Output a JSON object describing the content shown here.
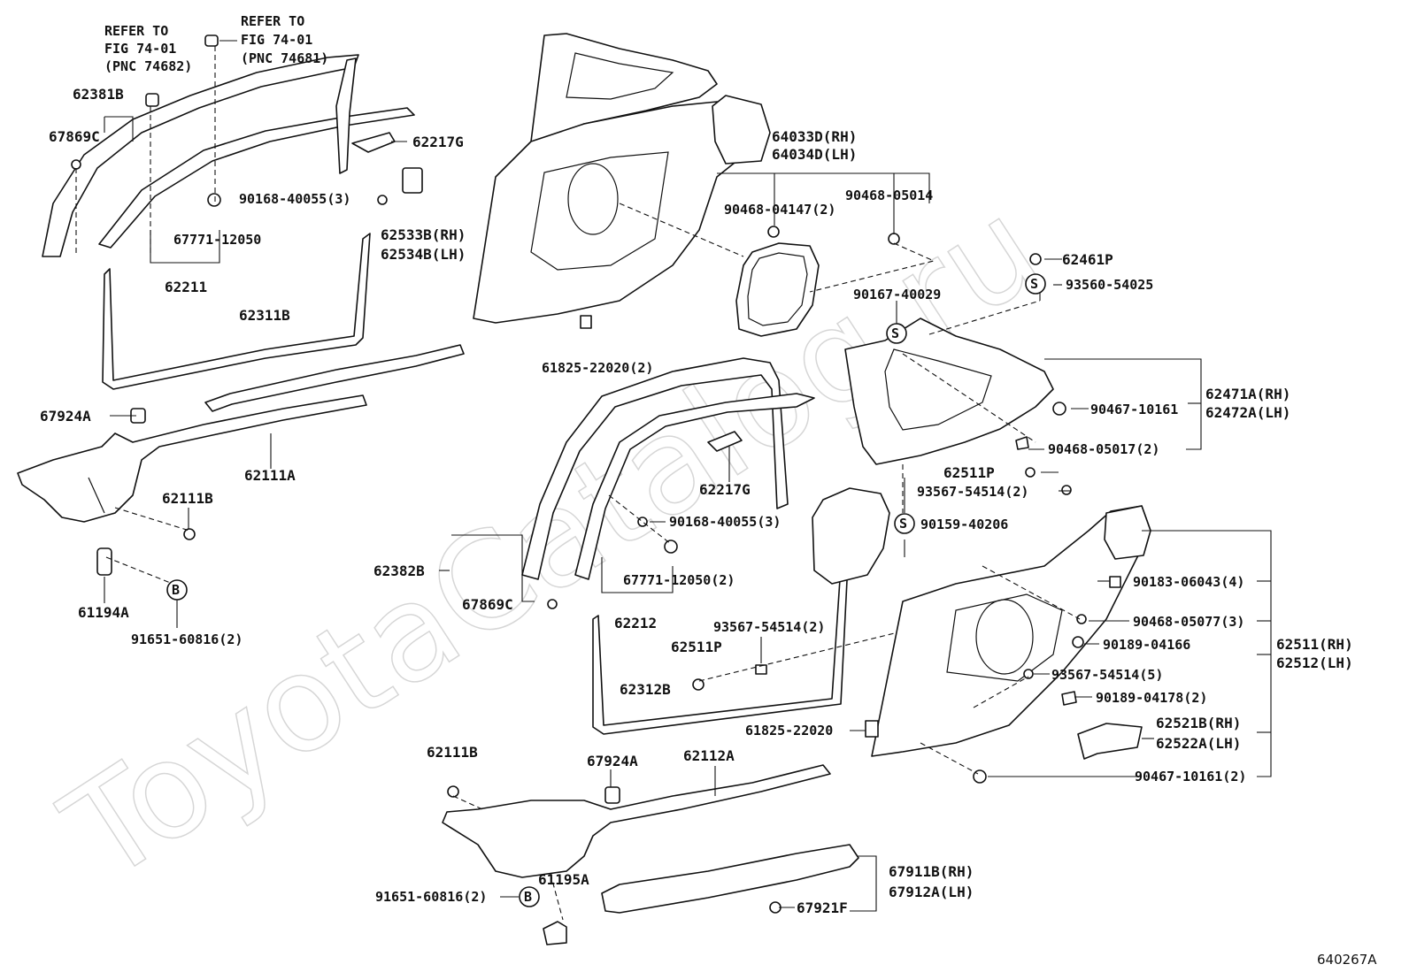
{
  "watermark": "ToyotaCatalog.ru",
  "figure_id": "640267A",
  "notes": {
    "refer1": [
      "REFER TO",
      "FIG 74-01",
      "(PNC 74682)"
    ],
    "refer2": [
      "REFER TO",
      "FIG 74-01",
      "(PNC 74681)"
    ]
  },
  "symbols": {
    "b": "B",
    "s": "S"
  },
  "labels": {
    "l_62381B": "62381B",
    "l_67869C_a": "67869C",
    "l_62217G_a": "62217G",
    "l_90168_a": "90168-40055(3)",
    "l_62533B": "62533B(RH)",
    "l_62534B": "62534B(LH)",
    "l_67771_a": "67771-12050",
    "l_62211": "62211",
    "l_62311B": "62311B",
    "l_67924A_a": "67924A",
    "l_62111A": "62111A",
    "l_62111B_a": "62111B",
    "l_61194A": "61194A",
    "l_91651_a": "91651-60816(2)",
    "l_64033D": "64033D(RH)",
    "l_64034D": "64034D(LH)",
    "l_90468_04147": "90468-04147(2)",
    "l_90468_05014": "90468-05014",
    "l_62461P": "62461P",
    "l_93560": "93560-54025",
    "l_90167": "90167-40029",
    "l_61825_a": "61825-22020(2)",
    "l_62471A": "62471A(RH)",
    "l_62472A": "62472A(LH)",
    "l_90467_10161": "90467-10161",
    "l_90468_05017": "90468-05017(2)",
    "l_62511P_a": "62511P",
    "l_93567_a": "93567-54514(2)",
    "l_90159": "90159-40206",
    "l_62217G_b": "62217G",
    "l_90168_b": "90168-40055(3)",
    "l_62382B": "62382B",
    "l_67771_b": "67771-12050(2)",
    "l_67869C_b": "67869C",
    "l_62212": "62212",
    "l_93567_b": "93567-54514(2)",
    "l_62511P_b": "62511P",
    "l_62312B": "62312B",
    "l_90183": "90183-06043(4)",
    "l_90468_05077": "90468-05077(3)",
    "l_90189_04166": "90189-04166",
    "l_62511": "62511(RH)",
    "l_62512": "62512(LH)",
    "l_93567_c": "93567-54514(5)",
    "l_90189_04178": "90189-04178(2)",
    "l_62521B": "62521B(RH)",
    "l_62522A": "62522A(LH)",
    "l_61825_b": "61825-22020",
    "l_90467_10161_2": "90467-10161(2)",
    "l_62111B_b": "62111B",
    "l_67924A_b": "67924A",
    "l_62112A": "62112A",
    "l_67911B": "67911B(RH)",
    "l_67912A": "67912A(LH)",
    "l_91651_b": "91651-60816(2)",
    "l_61195A": "61195A",
    "l_67921F": "67921F"
  }
}
